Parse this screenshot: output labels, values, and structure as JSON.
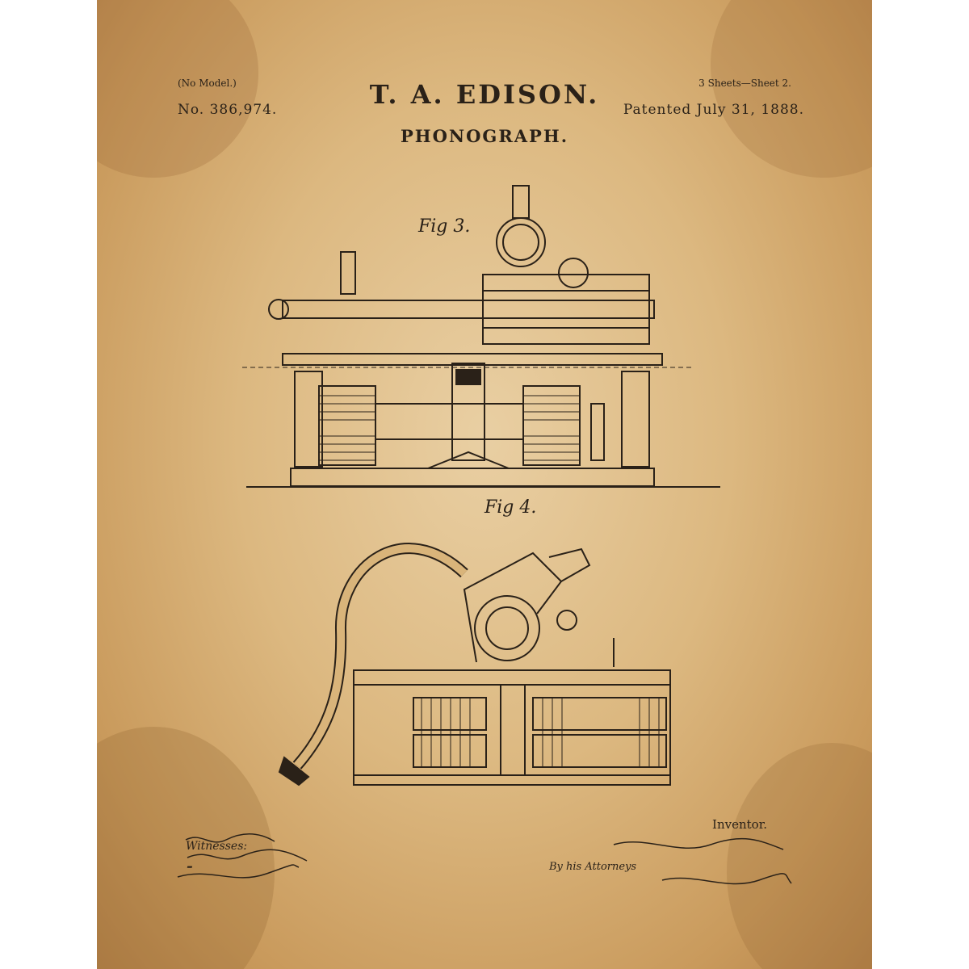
{
  "header": {
    "no_model": "(No Model.)",
    "patent_number": "No. 386,974.",
    "inventor": "T. A. EDISON.",
    "title": "PHONOGRAPH.",
    "sheets": "3 Sheets—Sheet 2.",
    "patented": "Patented July 31, 1888."
  },
  "figures": {
    "fig3_label": "Fig 3.",
    "fig4_label": "Fig 4."
  },
  "footer": {
    "witnesses_label": "Witnesses:",
    "inventor_label": "Inventor.",
    "attorneys_label": "By his Attorneys"
  },
  "colors": {
    "paper": "#dcb880",
    "ink": "#2a2118"
  }
}
